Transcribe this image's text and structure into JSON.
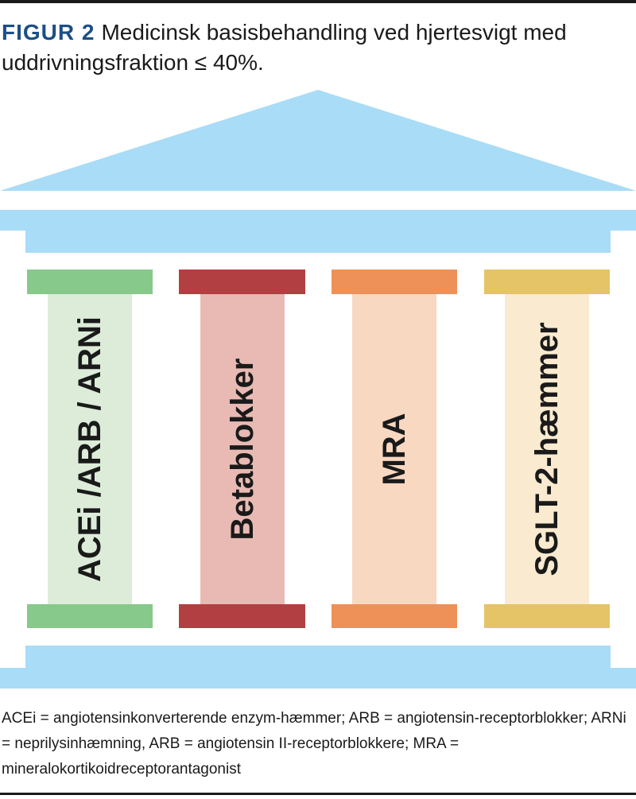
{
  "figure": {
    "label": "FIGUR 2",
    "title": "Medicinsk basisbehandling ved hjertesvigt med uddrivningsfraktion ≤ 40%."
  },
  "colors": {
    "roof": "#a9dcf6",
    "pillar_1": {
      "cap": "#86c98b",
      "shaft": "#dcecd9"
    },
    "pillar_2": {
      "cap": "#b23f42",
      "shaft": "#e8bab3"
    },
    "pillar_3": {
      "cap": "#ed9158",
      "shaft": "#f8d8c0"
    },
    "pillar_4": {
      "cap": "#e4c466",
      "shaft": "#f9ead0"
    }
  },
  "pillars": [
    {
      "label": "ACEi /ARB / ARNi"
    },
    {
      "label": "Betablokker"
    },
    {
      "label": "MRA"
    },
    {
      "label": "SGLT-2-hæmmer"
    }
  ],
  "footnote": "ACEi = angiotensinkonverterende enzym-hæmmer; ARB = angiotensin-receptorblokker; ARNi = neprilysinhæmning, ARB = angiotensin II-receptorblokkere; MRA = mineralokortikoidreceptorantagonist"
}
